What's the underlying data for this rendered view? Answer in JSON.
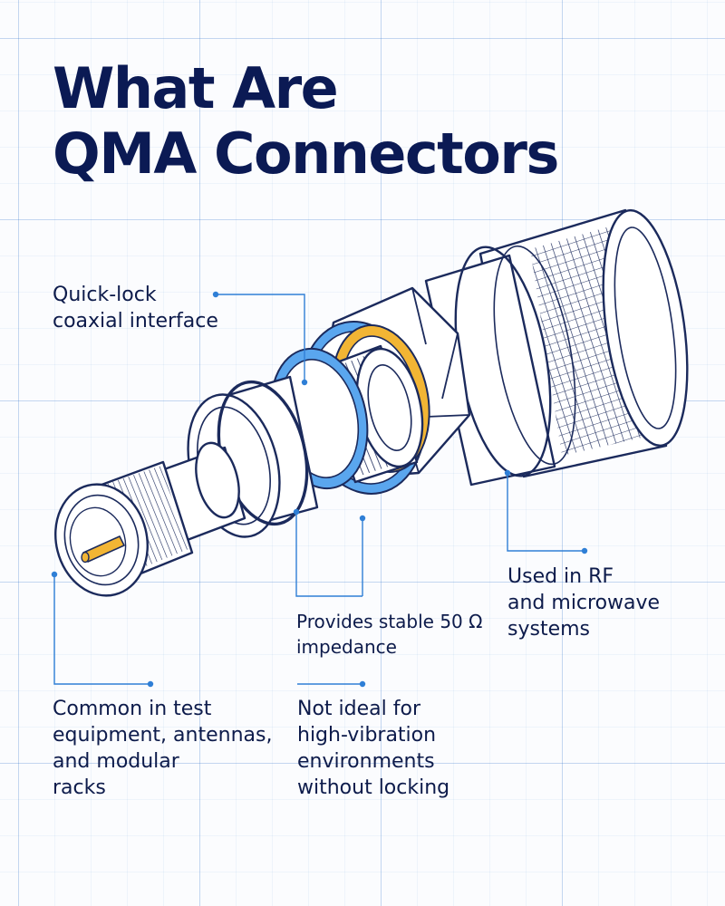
{
  "title": {
    "line1": "What Are",
    "line2": "QMA Connectors"
  },
  "callouts": {
    "quick_lock": {
      "line1": "Quick-lock",
      "line2": "coaxial interface"
    },
    "impedance": {
      "line1": "Provides stable 50 Ω",
      "line2": "impedance"
    },
    "rf_microwave": {
      "line1": "Used in RF",
      "line2": "and microwave",
      "line3": "systems"
    },
    "common_use": {
      "line1": "Common in test",
      "line2": "equipment, antennas,",
      "line3": "and modular",
      "line4": "racks"
    },
    "vibration": {
      "line1": "Not ideal for",
      "line2": "high-vibration",
      "line3": "environments",
      "line4": "without locking"
    }
  },
  "colors": {
    "title": "#0b1a54",
    "text": "#0d1b4b",
    "outline": "#1b2a5c",
    "accent_blue": "#4a9be6",
    "accent_gold": "#f2b534",
    "leader": "#2f7fd6"
  },
  "icons": {
    "illustration": "qma-connector-exploded-view"
  }
}
